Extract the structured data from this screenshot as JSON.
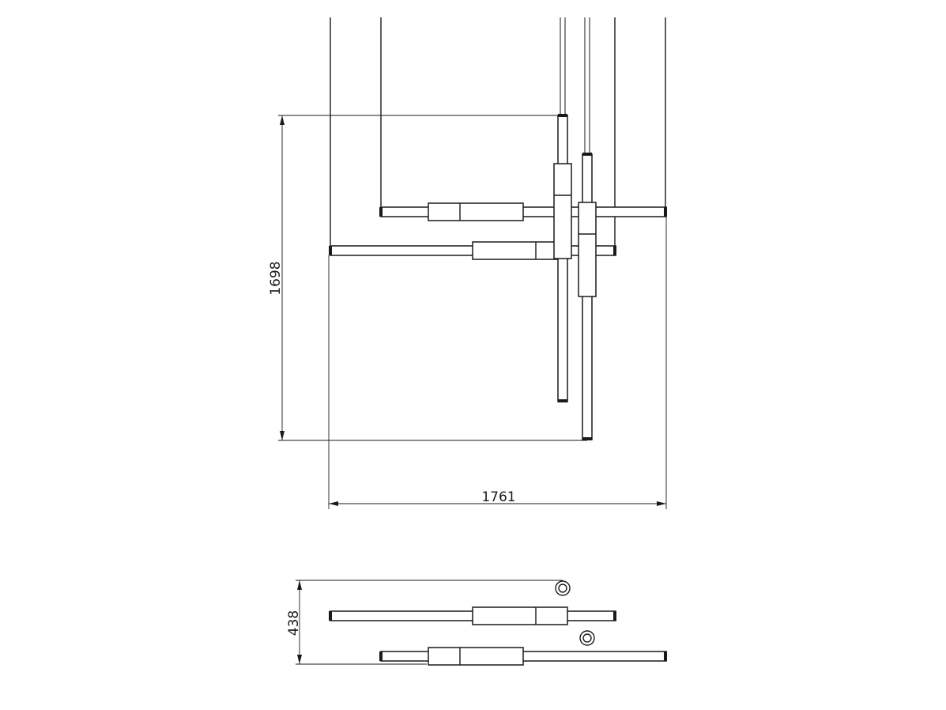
{
  "dimensions": {
    "front_height": "1698",
    "front_width": "1761",
    "side_height": "438"
  }
}
